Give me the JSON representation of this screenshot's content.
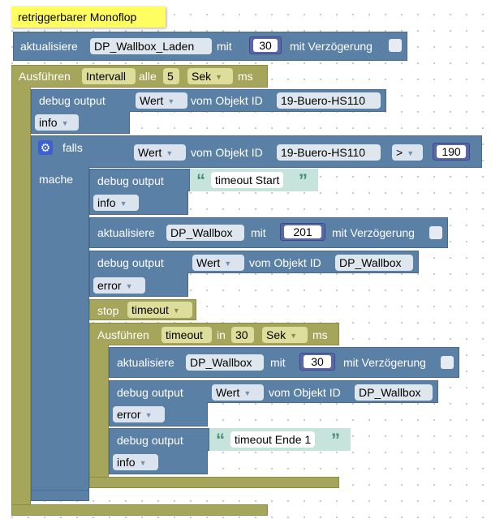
{
  "comment": "retriggerbarer Monoflop",
  "block1": {
    "label": "aktualisiere",
    "target": "DP_Wallbox_Laden",
    "mit": "mit",
    "value": "30",
    "delay_label": "mit Verzögerung"
  },
  "interval": {
    "label": "Ausführen",
    "mode": "Intervall",
    "alle": "alle",
    "value": "5",
    "unit": "Sek",
    "ms": "ms"
  },
  "debug1": {
    "label": "debug output",
    "prop": "Wert",
    "vom": "vom Objekt ID",
    "id": "19-Buero-HS110",
    "level": "info"
  },
  "falls": {
    "label": "falls",
    "prop": "Wert",
    "vom": "vom Objekt ID",
    "id": "19-Buero-HS110",
    "op": ">",
    "value": "190",
    "mache": "mache"
  },
  "debug2": {
    "label": "debug output",
    "text": "timeout Start",
    "level": "info"
  },
  "block2": {
    "label": "aktualisiere",
    "target": "DP_Wallbox",
    "mit": "mit",
    "value": "201",
    "delay_label": "mit Verzögerung"
  },
  "debug3": {
    "label": "debug output",
    "prop": "Wert",
    "vom": "vom Objekt ID",
    "id": "DP_Wallbox",
    "level": "error"
  },
  "stop": {
    "label": "stop",
    "name": "timeout"
  },
  "timeout": {
    "label": "Ausführen",
    "name": "timeout",
    "in": "in",
    "value": "30",
    "unit": "Sek",
    "ms": "ms"
  },
  "block3": {
    "label": "aktualisiere",
    "target": "DP_Wallbox",
    "mit": "mit",
    "value": "30",
    "delay_label": "mit Verzögerung"
  },
  "debug4": {
    "label": "debug output",
    "prop": "Wert",
    "vom": "vom Objekt ID",
    "id": "DP_Wallbox",
    "level": "error"
  },
  "debug5": {
    "label": "debug output",
    "text": "timeout Ende 1",
    "level": "info"
  },
  "icons": {
    "dropdown": "▼",
    "gear": "⚙",
    "quote_open": "“",
    "quote_close": "”"
  },
  "colors": {
    "action_block": "#5b80a5",
    "timer_block": "#a5a55b",
    "string_block": "#c6e3dc",
    "number_block": "#5b67a5",
    "comment": "#fffe60"
  }
}
